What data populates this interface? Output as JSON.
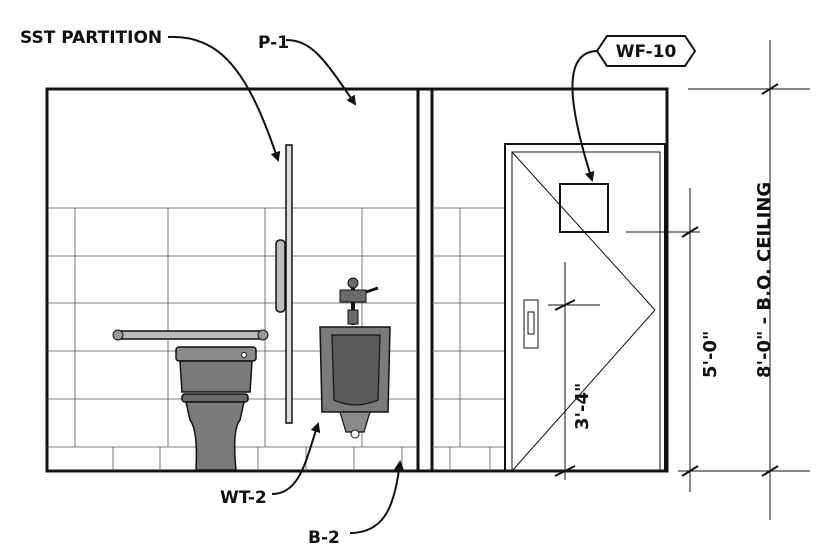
{
  "labels": {
    "partition": "SST PARTITION",
    "paint": "P-1",
    "water_fountain_tag": "WF-10",
    "wall_tile": "WT-2",
    "base": "B-2"
  },
  "dimensions": {
    "dim_3_4": "3'-4\"",
    "dim_5_0": "5'-0\"",
    "dim_8_0": "8'-0\" - B.O. CEILING"
  },
  "colors": {
    "line": "#111111",
    "fixture_fill": "#7a7a7a",
    "fixture_dark": "#5a5a5a",
    "tile_line": "#555555"
  }
}
